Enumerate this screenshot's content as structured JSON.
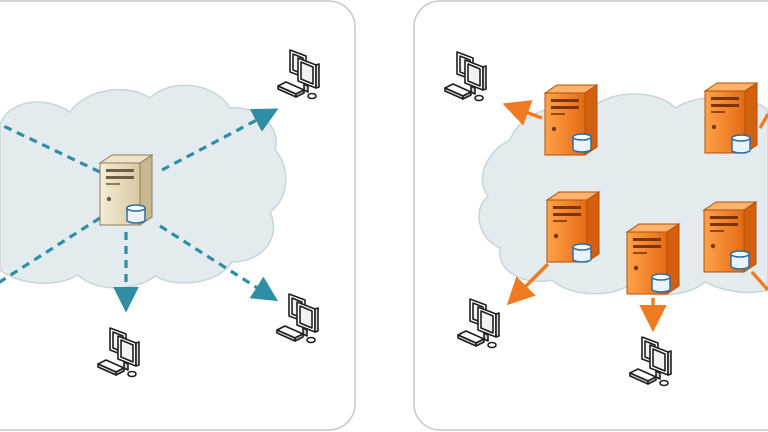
{
  "panels": [
    {
      "id": "single-server",
      "arrow_color": "#2f8ea3",
      "server_style": "beige"
    },
    {
      "id": "distributed-servers",
      "arrow_color": "#ee7a22",
      "server_style": "orange"
    }
  ],
  "colors": {
    "panel_border": "#c7c7c7",
    "cloud_fill": "#e3ebee",
    "cloud_stroke": "#c9d4d8",
    "workstation_fill": "#ffffff",
    "workstation_stroke": "#1f1f1f",
    "database_fill": "#eaf3fb",
    "database_stroke": "#2a6fa8"
  },
  "icons": [
    "server-icon",
    "database-icon",
    "workstation-icon",
    "cloud-shape",
    "arrow-icon"
  ]
}
